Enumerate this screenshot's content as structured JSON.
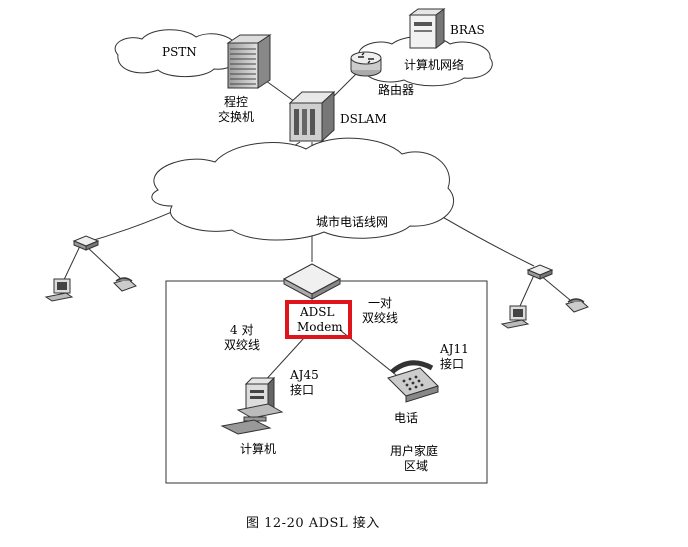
{
  "labels": {
    "pstn": "PSTN",
    "bras": "BRAS",
    "computer_network": "计算机网络",
    "router": "路由器",
    "switch_line1": "程控",
    "switch_line2": "交换机",
    "dslam": "DSLAM",
    "metro_network": "城市电话线网",
    "adsl_line1": "ADSL",
    "adsl_line2": "Modem",
    "one_pair_line1": "一对",
    "one_pair_line2": "双绞线",
    "four_pair_line1": "4 对",
    "four_pair_line2": "双绞线",
    "aj11_line1": "AJ11",
    "aj11_line2": "接口",
    "aj45_line1": "AJ45",
    "aj45_line2": "接口",
    "phone": "电话",
    "computer": "计算机",
    "home_line1": "用户家庭",
    "home_line2": "区域"
  },
  "caption": "图 12-20   ADSL 接入",
  "colors": {
    "highlight": "#e0151c",
    "line": "#333333"
  }
}
